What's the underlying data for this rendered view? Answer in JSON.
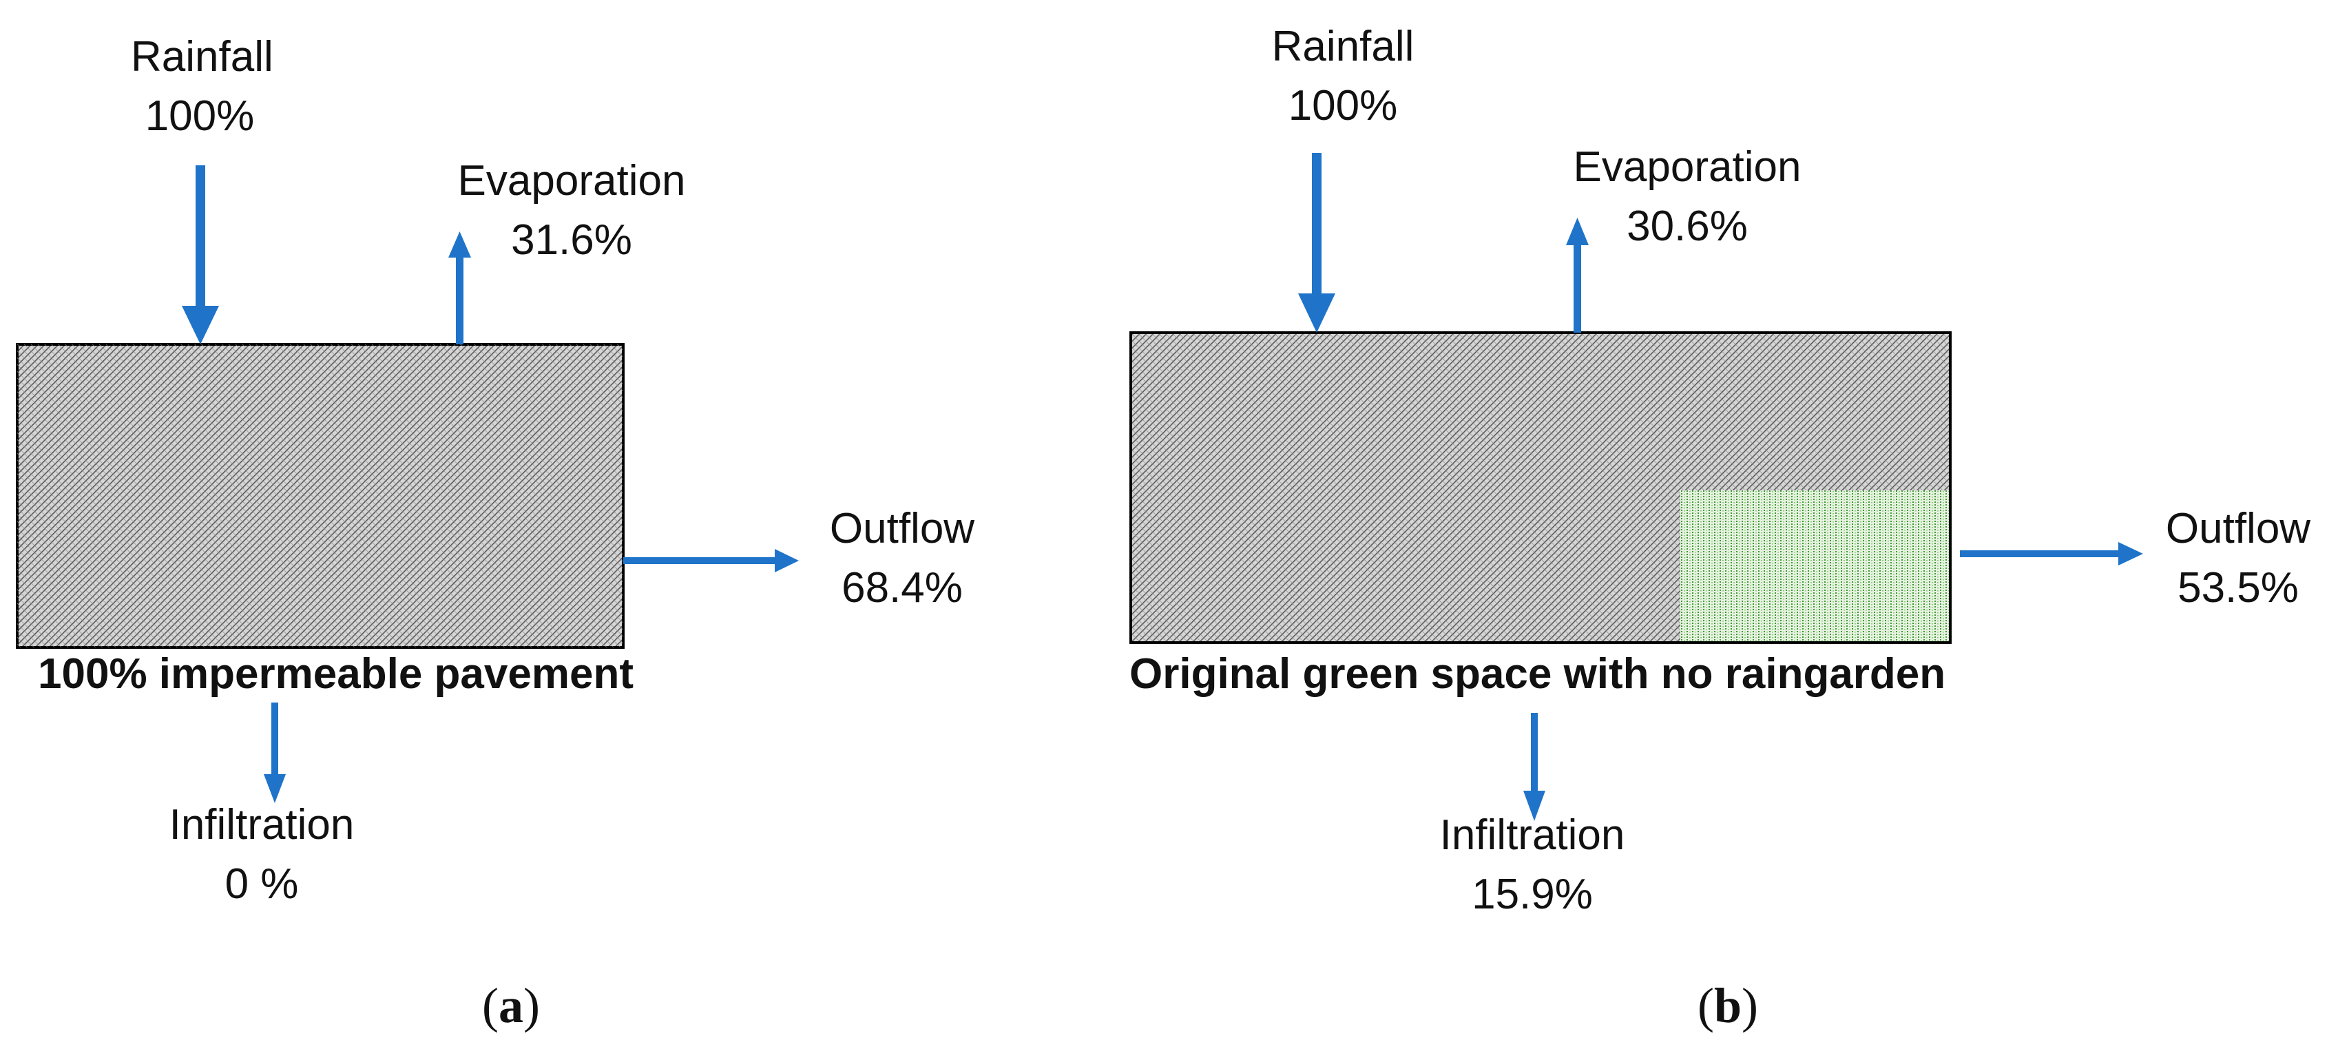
{
  "panel_a": {
    "rainfall": {
      "name": "Rainfall",
      "value": "100%"
    },
    "evaporation": {
      "name": "Evaporation",
      "value": "31.6%"
    },
    "outflow": {
      "name": "Outflow",
      "value": "68.4%"
    },
    "infiltration": {
      "name": "Infiltration",
      "value": "0 %"
    },
    "surface_label": "100% impermeable pavement",
    "subfigure_letter": "a"
  },
  "panel_b": {
    "rainfall": {
      "name": "Rainfall",
      "value": "100%"
    },
    "evaporation": {
      "name": "Evaporation",
      "value": "30.6%"
    },
    "outflow": {
      "name": "Outflow",
      "value": "53.5%"
    },
    "infiltration": {
      "name": "Infiltration",
      "value": "15.9%"
    },
    "surface_label": "Original green space with no raingarden",
    "subfigure_letter": "b"
  },
  "colors": {
    "arrow": "#1f74c9",
    "pavement_hatch": "#6b6b6b",
    "green_space_hatch": "#3f9a35"
  }
}
